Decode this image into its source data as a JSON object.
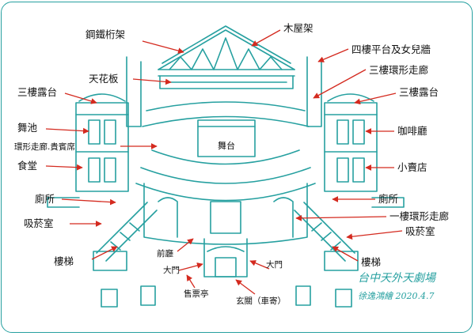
{
  "colors": {
    "line": "#26a0a0",
    "arrow": "#d42a1f",
    "text": "#111111",
    "signature": "#26a0a0"
  },
  "labels": {
    "steel_truss": "鋼鐵桁架",
    "timber_roof": "木屋架",
    "fourth_floor_parapet": "四樓平台及女兒牆",
    "ceiling_board": "天花板",
    "third_floor_corridor": "三樓環形走廊",
    "third_floor_terrace_left": "三樓露台",
    "third_floor_terrace_right": "三樓露台",
    "dance_floor": "舞池",
    "ring_corridor_vip": "環形走廊.貴賓席",
    "cafe": "咖啡廳",
    "stage": "舞台",
    "dining_hall": "食堂",
    "kiosk": "小賣店",
    "toilet_left": "廁所",
    "toilet_right": "廁所",
    "smoking_room_left": "吸菸室",
    "first_floor_corridor": "一樓環形走廊",
    "smoking_room_right": "吸菸室",
    "stairs_left": "樓梯",
    "stairs_right": "樓梯",
    "front_hall": "前廳",
    "main_gate_left": "大門",
    "main_gate_right": "大門",
    "ticket_booth": "售票亭",
    "porch": "玄關（車寄）"
  },
  "signature": {
    "title": "台中天外天劇場",
    "author_date": "徐逸鴻繪 2020.4.7"
  }
}
